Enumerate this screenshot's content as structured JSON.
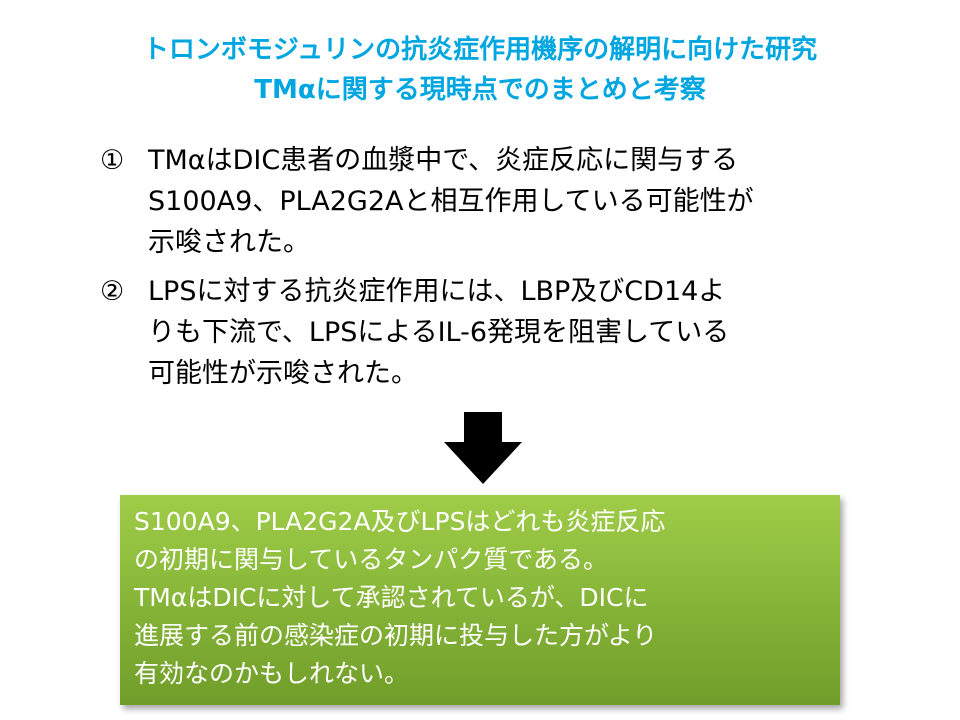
{
  "title": {
    "line1": "トロンボモジュリンの抗炎症作用機序の解明に向けた研究",
    "line2": "TMαに関する現時点でのまとめと考察"
  },
  "points": [
    {
      "number": "①",
      "lines": [
        "TMαはDIC患者の血漿中で、炎症反応に関与する",
        "S100A9、PLA2G2Aと相互作用している可能性が",
        "示唆された。"
      ]
    },
    {
      "number": "②",
      "lines": [
        "LPSに対する抗炎症作用には、LBP及びCD14よ",
        "りも下流で、LPSによるIL-6発現を阻害している",
        "可能性が示唆された。"
      ]
    }
  ],
  "arrow_icon": "down-arrow-icon",
  "callout": {
    "lines": [
      "S100A9、PLA2G2A及びLPSはどれも炎症反応",
      "の初期に関与しているタンパク質である。",
      "TMαはDICに対して承認されているが、DICに",
      "進展する前の感染症の初期に投与した方がより",
      "有効なのかもしれない。"
    ]
  },
  "colors": {
    "title": "#00a6e0",
    "callout_top": "#9fcd48",
    "callout_bottom": "#6f9d29",
    "arrow": "#000000"
  }
}
